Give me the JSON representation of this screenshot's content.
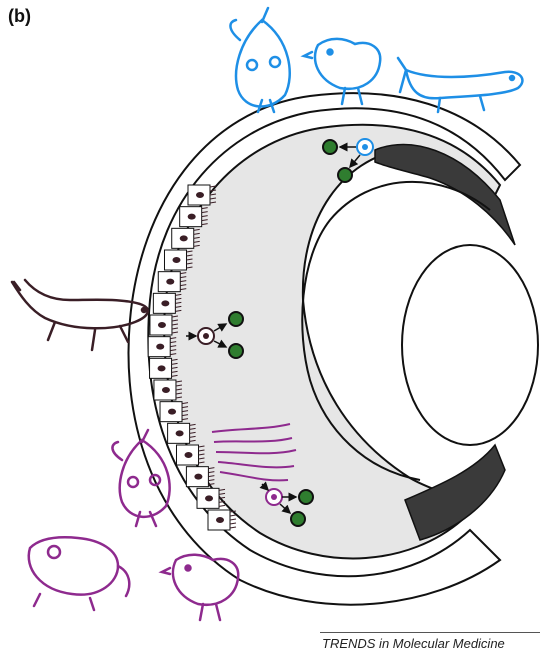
{
  "figure": {
    "panel_label": "(b)",
    "credit": "TRENDS in Molecular Medicine",
    "colors": {
      "blue_species": "#1e8fe6",
      "dark_species": "#3a1e26",
      "purple_species": "#8e2a8e",
      "progenitor_green": "#2f7d2f",
      "retina_fill": "#e6e6e6",
      "rpe_dark": "#3a3a3a"
    },
    "species_groups": [
      {
        "group": "blue",
        "icons": [
          "fish-icon",
          "chick-icon",
          "newt-icon"
        ]
      },
      {
        "group": "dark",
        "icons": [
          "lizard-icon"
        ]
      },
      {
        "group": "purple",
        "icons": [
          "fish-icon",
          "mouse-icon",
          "chick-icon"
        ]
      }
    ]
  }
}
